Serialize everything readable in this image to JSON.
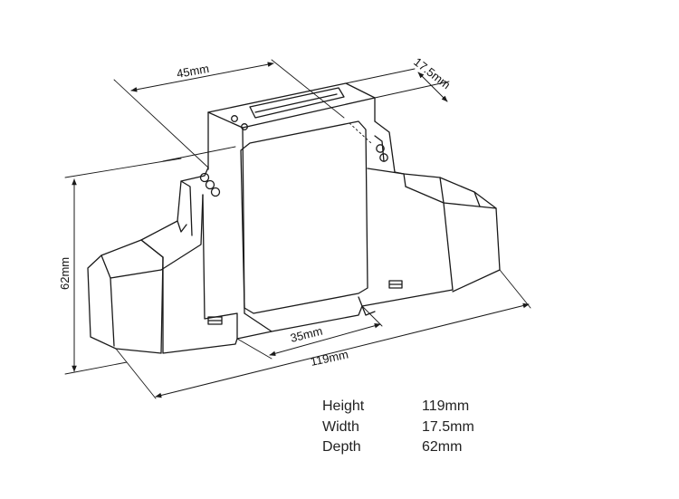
{
  "dimensions": {
    "top_width": "45mm",
    "depth": "17.5mm",
    "height": "62mm",
    "rail": "35mm",
    "length": "119mm"
  },
  "specs": [
    {
      "name": "Height",
      "value": "119mm"
    },
    {
      "name": "Width",
      "value": "17.5mm"
    },
    {
      "name": "Depth",
      "value": "62mm"
    }
  ],
  "colors": {
    "line": "#1a1a1a",
    "background": "#ffffff"
  }
}
